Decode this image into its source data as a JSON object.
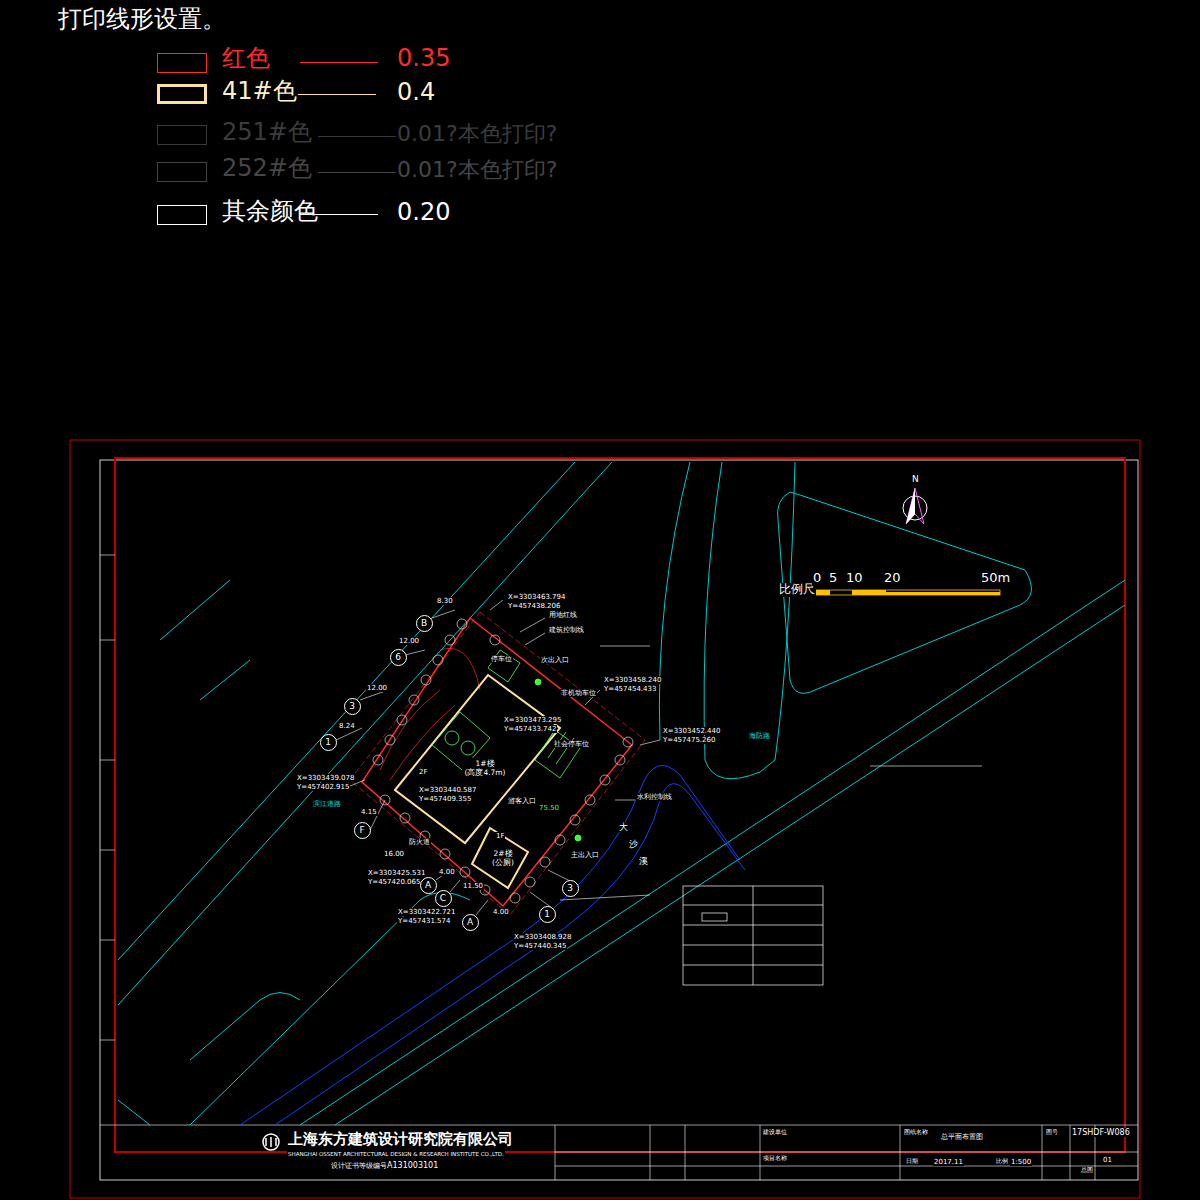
{
  "diagram": {
    "title": "打印线形设置。",
    "nodes": [
      {
        "text": [
          "1#楼",
          "(高度4.7m)"
        ]
      },
      {
        "text": [
          "2#楼",
          "(公厕)"
        ]
      },
      {
        "text": [
          "B"
        ]
      },
      {
        "text": [
          "6"
        ]
      },
      {
        "text": [
          "3"
        ]
      },
      {
        "text": [
          "1"
        ]
      },
      {
        "text": [
          "F"
        ]
      },
      {
        "text": [
          "A"
        ]
      },
      {
        "text": [
          "C"
        ]
      },
      {
        "text": [
          "A"
        ]
      },
      {
        "text": [
          "1"
        ]
      },
      {
        "text": [
          "3"
        ]
      }
    ],
    "labels": [
      "0.35",
      "0.4",
      "0.01?本色打印?",
      "0.01?本色打印?",
      "0.20",
      "X=3303463.794",
      "Y=457438.206",
      "用地红线",
      "建筑控制线",
      "次出入口",
      "停车位",
      "X=3303458.240",
      "Y=457454.433",
      "X=3303473.295",
      "Y=457433.742",
      "非机动车位",
      "社会停车位",
      "X=3303452.440",
      "Y=457475.260",
      "X=3303439.078",
      "Y=457402.915",
      "X=3303440.587",
      "Y=457409.355",
      "游客入口",
      "水利控制线",
      "75.50",
      "防火道",
      "主出入口",
      "X=3303425.531",
      "Y=457420.065",
      "X=3303422.721",
      "Y=457431.574",
      "X=3303408.928",
      "Y=457440.345",
      "8.30",
      "12.00",
      "12.00",
      "8.24",
      "4.15",
      "16.00",
      "4.00",
      "11.50",
      "4.00",
      "滨江道路",
      "海防路",
      "大",
      "沙",
      "溪",
      "2F",
      "1F",
      "比例尺",
      "0",
      "5",
      "10",
      "20",
      "50m",
      "N",
      "上海东方建筑设计研究院有限公司",
      "SHANGHAI OSSENT ARCHITECTURAL DESIGN & RESEARCH INSTITUTE CO.,LTD.",
      "设计证书等级编号",
      "A131003101",
      "建设单位",
      "项目名称",
      "图纸名称",
      "总平面布置图",
      "17SHDF-W086",
      "2017.11",
      "1:500",
      "01",
      "总图",
      "图号",
      "比例",
      "日期"
    ],
    "legend": [
      {
        "text": "红色",
        "color": "#ff2a2a"
      },
      {
        "text": "41#色",
        "color": "#ffe0a0"
      },
      {
        "text": "251#色",
        "color": "#3a3a3a"
      },
      {
        "text": "252#色",
        "color": "#444444"
      },
      {
        "text": "其余颜色",
        "color": "#ffffff"
      }
    ]
  }
}
